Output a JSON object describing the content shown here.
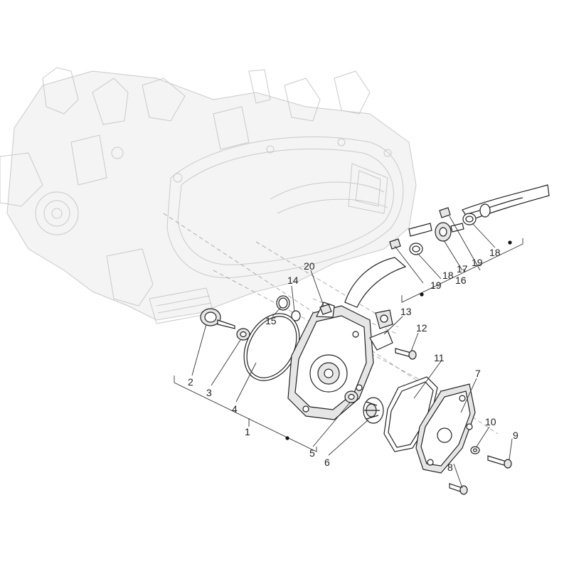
{
  "callouts": [
    {
      "id": "c1",
      "label": "1"
    },
    {
      "id": "c2",
      "label": "2"
    },
    {
      "id": "c3",
      "label": "3"
    },
    {
      "id": "c4",
      "label": "4"
    },
    {
      "id": "c5",
      "label": "5"
    },
    {
      "id": "c6",
      "label": "6"
    },
    {
      "id": "c7",
      "label": "7"
    },
    {
      "id": "c8",
      "label": "8"
    },
    {
      "id": "c9",
      "label": "9"
    },
    {
      "id": "c10",
      "label": "10"
    },
    {
      "id": "c11",
      "label": "11"
    },
    {
      "id": "c12",
      "label": "12"
    },
    {
      "id": "c13",
      "label": "13"
    },
    {
      "id": "c14",
      "label": "14"
    },
    {
      "id": "c15",
      "label": "15"
    },
    {
      "id": "c16",
      "label": "16"
    },
    {
      "id": "c17",
      "label": "17"
    },
    {
      "id": "c18a",
      "label": "18"
    },
    {
      "id": "c18b",
      "label": "18"
    },
    {
      "id": "c19a",
      "label": "19"
    },
    {
      "id": "c19b",
      "label": "19"
    },
    {
      "id": "c20",
      "label": "20"
    }
  ]
}
